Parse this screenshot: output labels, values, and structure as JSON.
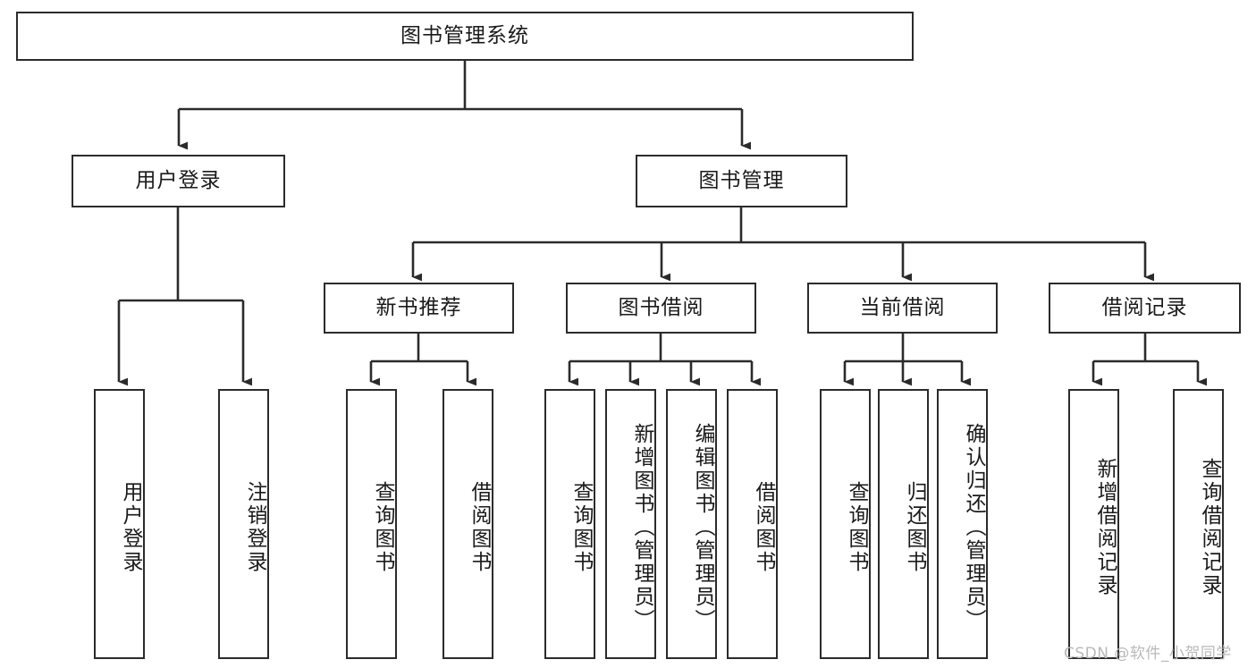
{
  "diagram": {
    "title": "图书管理系统",
    "type": "tree-hierarchy-chart",
    "colors": {
      "box_border": "#2b2b2b",
      "box_fill": "#ffffff",
      "connector": "#2b2b2b",
      "watermark": "#b9b9b9",
      "background": "#ffffff"
    },
    "root": {
      "label": "图书管理系统"
    },
    "level2": [
      {
        "id": "user-login",
        "label": "用户登录"
      },
      {
        "id": "book-management",
        "label": "图书管理"
      }
    ],
    "level3": [
      {
        "id": "new-book-recommend",
        "label": "新书推荐",
        "parent": "book-management"
      },
      {
        "id": "book-borrow",
        "label": "图书借阅",
        "parent": "book-management"
      },
      {
        "id": "current-borrow",
        "label": "当前借阅",
        "parent": "book-management"
      },
      {
        "id": "borrow-record",
        "label": "借阅记录",
        "parent": "book-management"
      }
    ],
    "leaves": [
      {
        "id": "leaf-user-login",
        "label": "用户登录",
        "parent": "user-login"
      },
      {
        "id": "leaf-logout-login",
        "label": "注销登录",
        "parent": "user-login"
      },
      {
        "id": "leaf-query-book-1",
        "label": "查询图书",
        "parent": "new-book-recommend"
      },
      {
        "id": "leaf-borrow-book-1",
        "label": "借阅图书",
        "parent": "new-book-recommend"
      },
      {
        "id": "leaf-query-book-2",
        "label": "查询图书",
        "parent": "book-borrow"
      },
      {
        "id": "leaf-add-book",
        "label": "新增图书（管理员）",
        "parent": "book-borrow"
      },
      {
        "id": "leaf-edit-book",
        "label": "编辑图书（管理员）",
        "parent": "book-borrow"
      },
      {
        "id": "leaf-borrow-book-2",
        "label": "借阅图书",
        "parent": "book-borrow"
      },
      {
        "id": "leaf-query-book-3",
        "label": "查询图书",
        "parent": "current-borrow"
      },
      {
        "id": "leaf-return-book",
        "label": "归还图书",
        "parent": "current-borrow"
      },
      {
        "id": "leaf-confirm-return",
        "label": "确认归还（管理员）",
        "parent": "current-borrow"
      },
      {
        "id": "leaf-add-record",
        "label": "新增借阅记录",
        "parent": "borrow-record"
      },
      {
        "id": "leaf-query-record",
        "label": "查询借阅记录",
        "parent": "borrow-record"
      }
    ]
  },
  "watermark": {
    "text": "CSDN @软件_小贺同学"
  }
}
